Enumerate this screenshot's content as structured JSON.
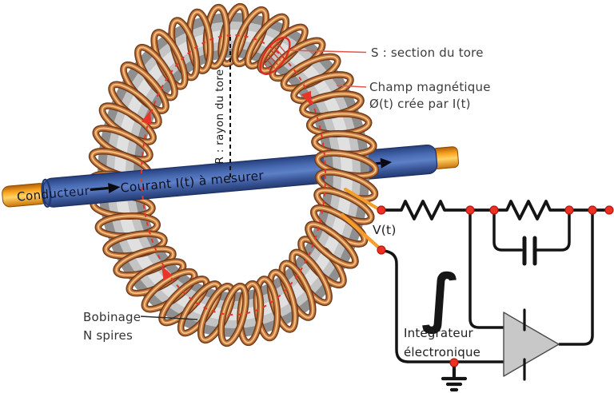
{
  "labels": {
    "section_tore": "S : section du tore",
    "champ_line1": "Champ magnétique",
    "champ_line2": "Ø(t) crée par I(t)",
    "rayon": "R : rayon du tore",
    "conducteur": "Conducteur",
    "courant": "Courant I(t) à mesurer",
    "bobinage_line1": "Bobinage",
    "bobinage_line2": "N spires",
    "voltage": "V(t)",
    "integrateur_line1": "Intégrateur",
    "integrateur_line2": "électronique",
    "integral_symbol": "∫"
  },
  "colors": {
    "copper": "#c4763a",
    "copper_dark": "#6f3b1d",
    "copper_light": "#f3c084",
    "tube_gray_dark": "#8f8f8f",
    "tube_gray": "#c4c4c4",
    "tube_gray_light": "#e0e0e0",
    "conductor_blue": "#3f62ab",
    "core_orange": "#f9a825",
    "wire_orange": "#f59d2a",
    "field_red": "#e8352a",
    "leader_red": "#e2574d",
    "node_red": "#ed3024",
    "circuit_black": "#141414",
    "opamp_gray": "#c8c8c8",
    "text_dark": "#3c3c3c"
  }
}
